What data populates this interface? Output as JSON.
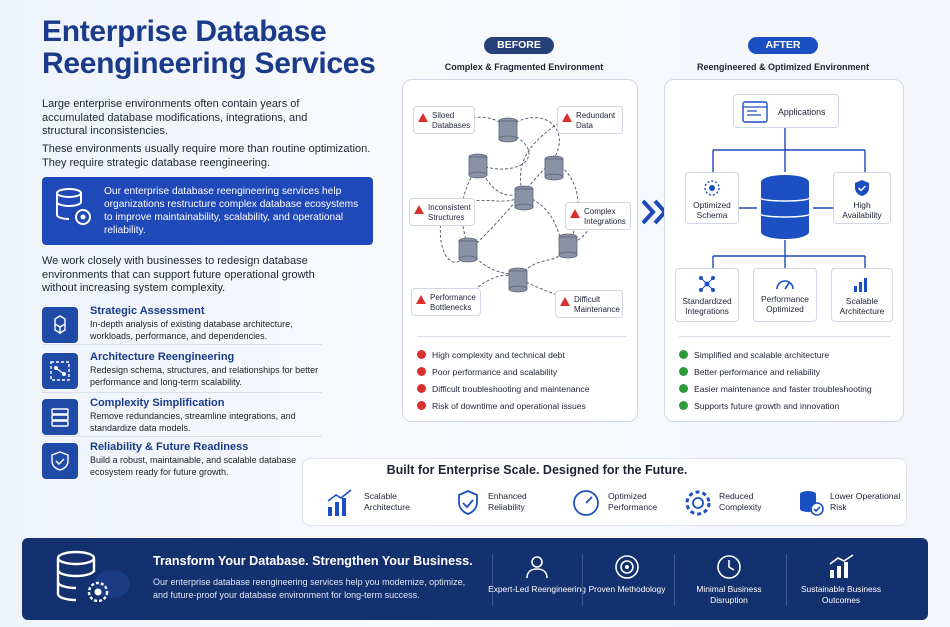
{
  "title": {
    "line1": "Enterprise Database",
    "line2": "Reengineering Services"
  },
  "intro": {
    "p1": "Large enterprise environments often contain years of accumulated database modifications, integrations, and structural inconsistencies.",
    "p2": "These environments usually require more than routine optimization. They require strategic database reengineering.",
    "highlight": "Our enterprise database reengineering services help organizations restructure complex database ecosystems to improve maintainability, scalability, and operational reliability.",
    "p3": "We work closely with businesses to redesign database environments that can support future operational growth without increasing system complexity."
  },
  "services": [
    {
      "title": "Strategic Assessment",
      "desc": "In-depth analysis of existing database architecture, workloads, performance, and dependencies."
    },
    {
      "title": "Architecture Reengineering",
      "desc": "Redesign schema, structures, and relationships for better performance and long-term scalability."
    },
    {
      "title": "Complexity Simplification",
      "desc": "Remove redundancies, streamline integrations, and standardize data models."
    },
    {
      "title": "Reliability & Future Readiness",
      "desc": "Build a robust, maintainable, and scalable database ecosystem ready for future growth."
    }
  ],
  "before": {
    "badge": "BEFORE",
    "subtitle": "Complex & Fragmented Environment",
    "nodes": {
      "siloed": "Siloed Databases",
      "redundant": "Redundant Data",
      "inconsistent": "Inconsistent Structures",
      "complex": "Complex Integrations",
      "performance": "Performance Bottlenecks",
      "difficult": "Difficult Maintenance"
    },
    "bullets": [
      "High complexity and technical debt",
      "Poor performance and scalability",
      "Difficult troubleshooting and maintenance",
      "Risk of downtime and operational issues"
    ]
  },
  "after": {
    "badge": "AFTER",
    "subtitle": "Reengineered & Optimized Environment",
    "applications": "Applications",
    "features": {
      "optimized_schema": "Optimized Schema",
      "high_availability": "High Availability",
      "standardized": "Standardized Integrations",
      "performance": "Performance Optimized",
      "scalable": "Scalable Architecture"
    },
    "bullets": [
      "Simplified and scalable architecture",
      "Better performance and reliability",
      "Easier maintenance and faster troubleshooting",
      "Supports future growth and innovation"
    ]
  },
  "band": {
    "title": "Built for Enterprise Scale. Designed for the Future.",
    "items": [
      "Scalable Architecture",
      "Enhanced Reliability",
      "Optimized Performance",
      "Reduced Complexity",
      "Lower Operational Risk"
    ]
  },
  "footer": {
    "title": "Transform Your Database. Strengthen Your Business.",
    "desc": "Our enterprise database reengineering services help you modernize, optimize, and future-proof your database environment for long-term success.",
    "items": [
      "Expert-Led Reengineering",
      "Proven Methodology",
      "Minimal Business Disruption",
      "Sustainable Business Outcomes"
    ]
  },
  "colors": {
    "brand": "#1a3a8a",
    "accent": "#1f48b8",
    "footer": "#13306f",
    "error": "#d9302c",
    "success": "#2e9b3b"
  }
}
